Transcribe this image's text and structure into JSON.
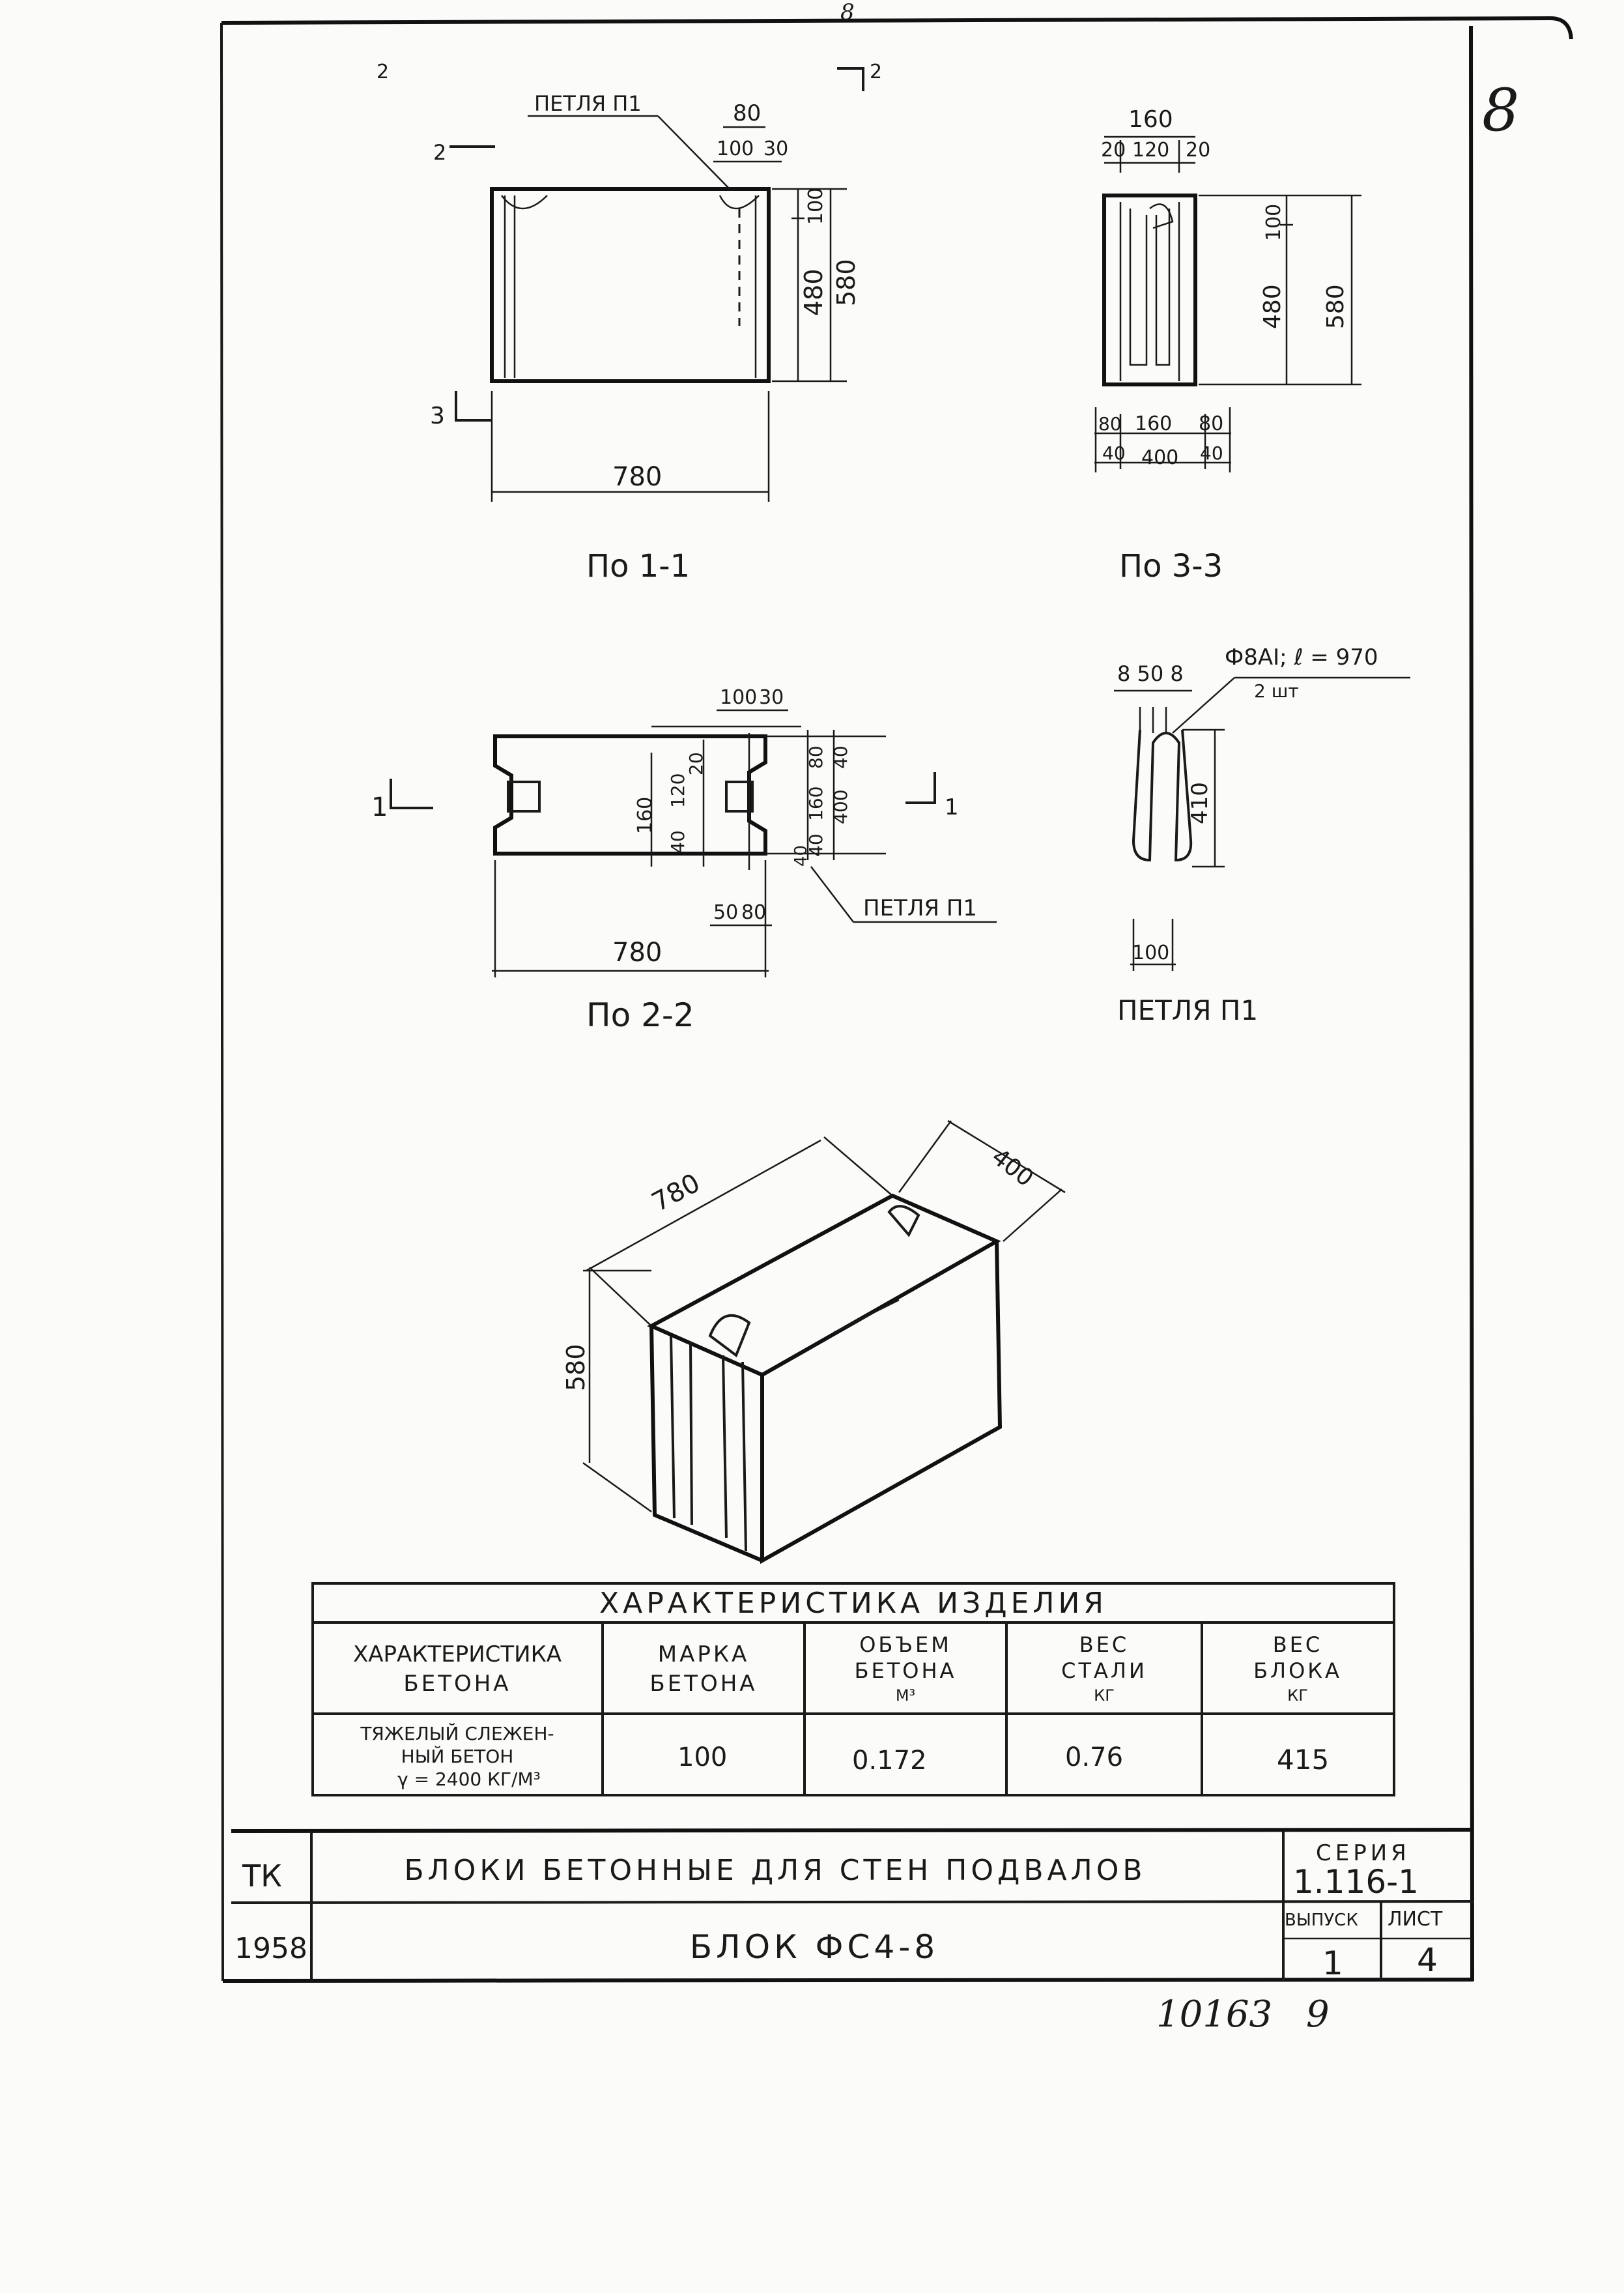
{
  "corner_mark": "8",
  "top_mark": "8",
  "views": {
    "view_1_1": {
      "title": "По 1-1",
      "loop_label": "ПЕТЛЯ П1",
      "dims": {
        "width": "780",
        "height_total": "580",
        "height_body": "480",
        "height_top": "100",
        "loop_offset": "80",
        "loop_a": "100",
        "loop_b": "30"
      },
      "section_marks": {
        "left_top": "2",
        "right_top": "2",
        "left_mid": "2",
        "bottom": "3"
      }
    },
    "view_3_3": {
      "title": "По 3-3",
      "dims": {
        "top_total": "160",
        "top_a": "20",
        "top_b": "120",
        "top_c": "20",
        "height_top": "100",
        "height_body": "480",
        "height_total": "580",
        "bottom_a": "80",
        "bottom_b": "160",
        "bottom_c": "80",
        "bottom_d": "40",
        "bottom_total": "400",
        "bottom_e": "40"
      }
    },
    "view_2_2": {
      "title": "По 2-2",
      "loop_label": "ПЕТЛЯ П1",
      "dims": {
        "width": "780",
        "top_a": "100",
        "top_b": "30",
        "v_160": "160",
        "v_120": "120",
        "v_40a": "40",
        "v_80": "80",
        "v_160b": "160",
        "v_40b": "40",
        "v_400": "400",
        "v_20": "20",
        "v_40c": "40",
        "v_40d": "40",
        "bottom_a": "50",
        "bottom_b": "80"
      },
      "section_marks": {
        "left": "1",
        "right": "1"
      }
    },
    "loop_detail": {
      "title": "ПЕТЛЯ П1",
      "spec_line1": "Ф8АI; ℓ = 970",
      "spec_line2": "2 шт",
      "dims": {
        "top": "8 50 8",
        "height": "410",
        "bottom": "100"
      }
    },
    "isometric": {
      "dims": {
        "length": "780",
        "width": "400",
        "height": "580"
      }
    }
  },
  "table": {
    "caption": "ХАРАКТЕРИСТИКА ИЗДЕЛИЯ",
    "headers": [
      [
        "ХАРАКТЕРИСТИКА",
        "БЕТОНА"
      ],
      [
        "МАРКА",
        "БЕТОНА"
      ],
      [
        "ОБЪЕМ",
        "БЕТОНА",
        "М³"
      ],
      [
        "ВЕС",
        "СТАЛИ",
        "КГ"
      ],
      [
        "ВЕС",
        "БЛОКА",
        "КГ"
      ]
    ],
    "row": {
      "concrete": [
        "ТЯЖЕЛЫЙ СЛЕЖЕН-",
        "НЫЙ БЕТОН",
        "γ = 2400 КГ/М³"
      ],
      "grade": "100",
      "volume": "0.172",
      "steel": "0.76",
      "weight": "415"
    }
  },
  "title_block": {
    "org": "ТК",
    "year": "1958",
    "title": "БЛОКИ БЕТОННЫЕ ДЛЯ СТЕН ПОДВАЛОВ",
    "subtitle": "БЛОК ФС4-8",
    "series_label": "СЕРИЯ",
    "series_value": "1.116-1",
    "issue_label": "ВЫПУСК",
    "issue_value": "1",
    "sheet_label": "ЛИСТ",
    "sheet_value": "4"
  },
  "footer": {
    "number": "10163",
    "page": "9"
  }
}
